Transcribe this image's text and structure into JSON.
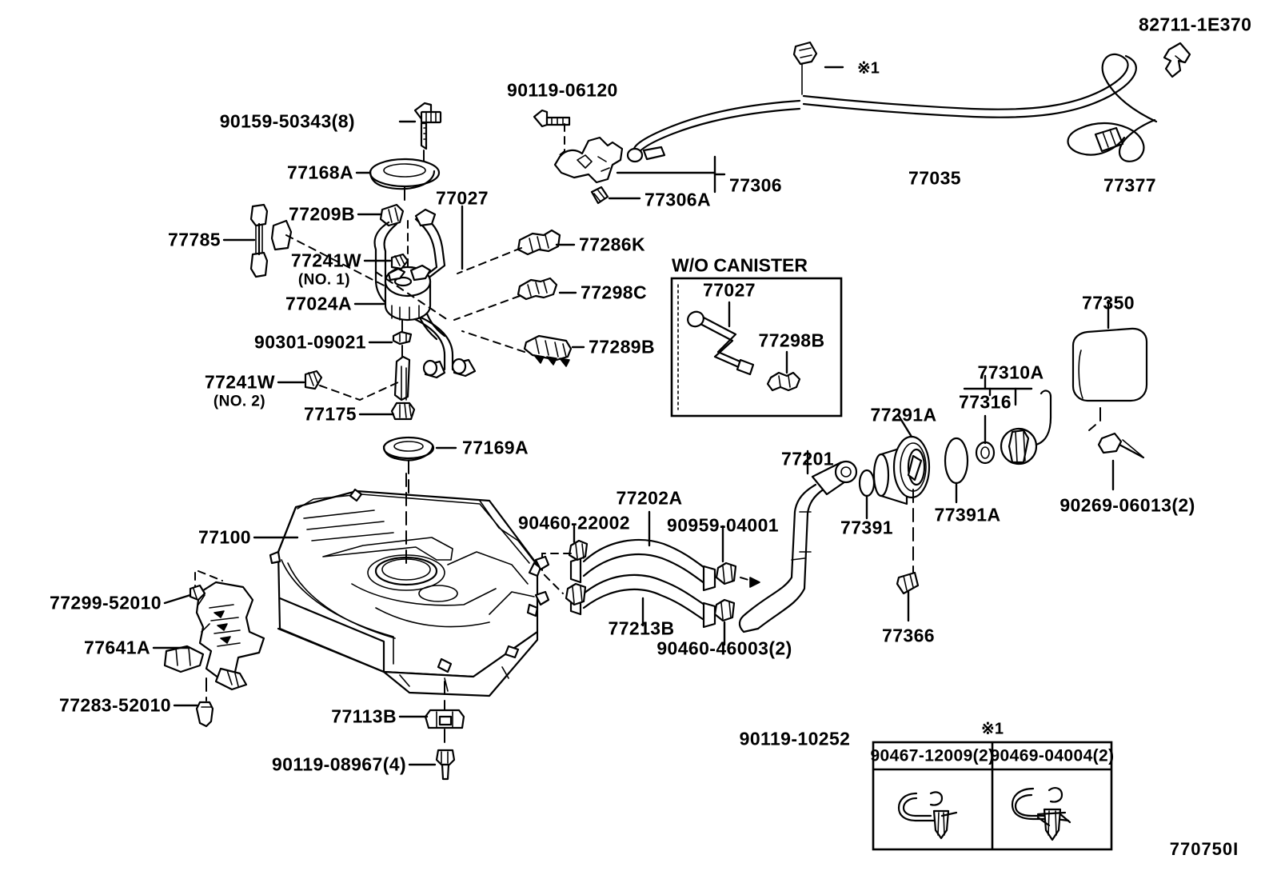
{
  "diagram": {
    "id_code": "770750I",
    "reference_marker": "※1",
    "wo_canister_title": "W/O CANISTER",
    "wo_canister_parts": [
      "77027",
      "77298B"
    ],
    "clip_table": {
      "marker": "※1",
      "cells": [
        "90467-12009(2)",
        "90469-04004(2)"
      ]
    }
  },
  "labels": {
    "bolt_tank_band": "90159-50343(8)",
    "pump_gasket_upper": "77168A",
    "pump_bracket": "77209B",
    "hose_77027": "77027",
    "tube_clamp_77785": "77785",
    "clamp_no1": "77241W",
    "clamp_no1_sub": "(NO. 1)",
    "fuel_pump_assy": "77024A",
    "nut_90301": "90301-09021",
    "clamp_no2": "77241W",
    "clamp_no2_sub": "(NO. 2)",
    "pump_filter": "77175",
    "pump_gasket_lower": "77169A",
    "connector_77286k": "77286K",
    "connector_77298c": "77298C",
    "connector_77289b": "77289B",
    "bolt_90119_06120": "90119-06120",
    "lever_sub_assy": "77306A",
    "lever_assy": "77306",
    "cable_77035": "77035",
    "clip_77377": "77377",
    "grommet_82711": "82711-1E370",
    "fuel_tank": "77100",
    "bracket_77299": "77299-52010",
    "protector_77641a": "77641A",
    "cushion_77283": "77283-52010",
    "cushion_77113b": "77113B",
    "bolt_90119_08967": "90119-08967(4)",
    "clamp_90460_22002": "90460-22002",
    "hose_77202a": "77202A",
    "hose_77213b": "77213B",
    "clamp_90959_04001": "90959-04001",
    "clamp_90460_46003": "90460-46003(2)",
    "bolt_90119_10252": "90119-10252",
    "filler_pipe": "77201",
    "gasket_77391": "77391",
    "gasket_77391a": "77391A",
    "filler_neck_77291a": "77291A",
    "cap_77310a": "77310A",
    "gasket_77316": "77316",
    "clip_77366": "77366",
    "fuel_lid": "77350",
    "screw_90269": "90269-06013(2)"
  }
}
